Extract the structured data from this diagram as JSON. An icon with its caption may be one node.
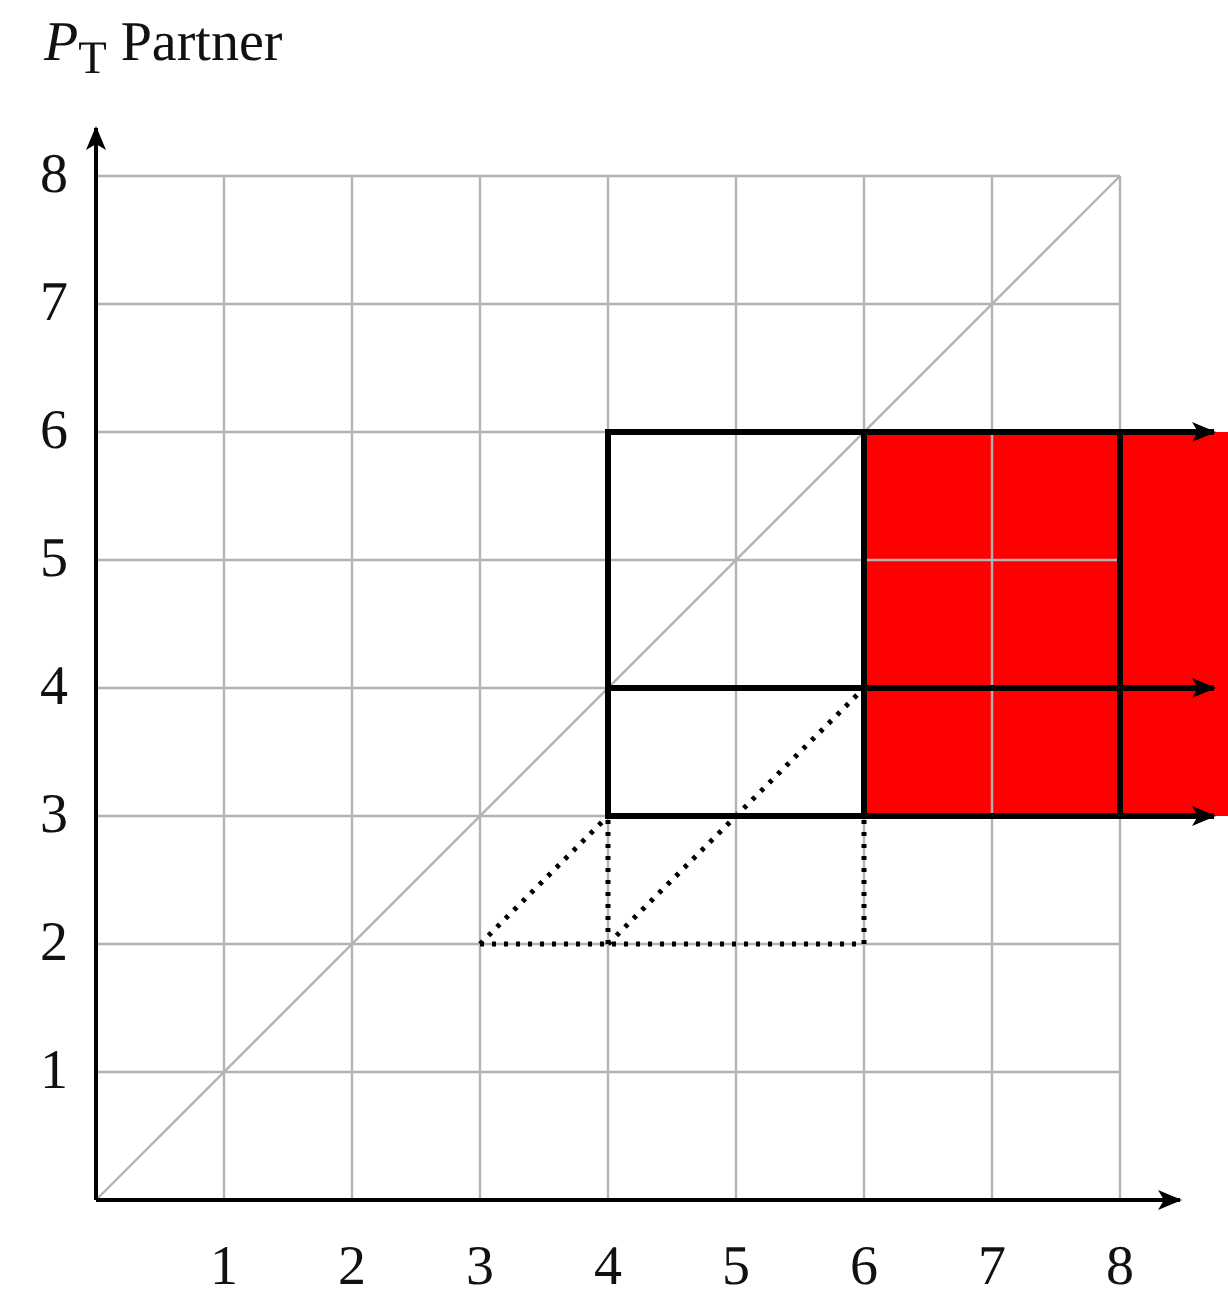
{
  "diagram": {
    "labels": [
      "*P*$_{T}$ Partner",
      "8",
      "7",
      "6",
      "5",
      "4",
      "3",
      "2",
      "1",
      "1",
      "2",
      "3",
      "4",
      "5",
      "6",
      "7",
      "8"
    ]
  }
}
